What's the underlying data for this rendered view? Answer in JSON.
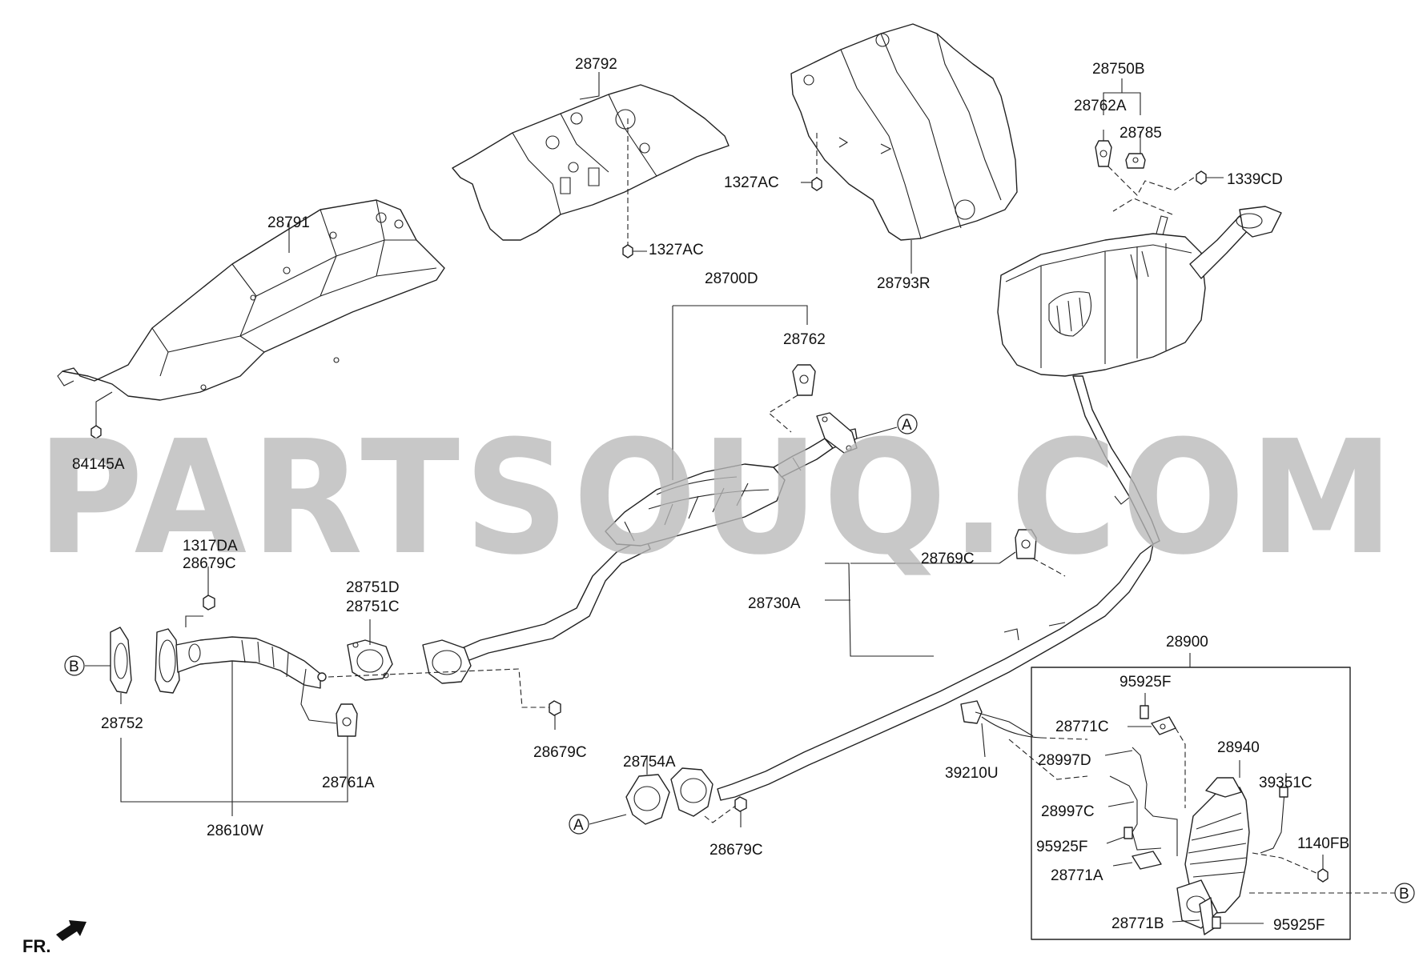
{
  "watermark": "PARTSOUQ.COM",
  "orientation_label": "FR.",
  "callout_refs": [
    "A",
    "B"
  ],
  "part_labels": {
    "p28792": "28792",
    "p28791": "28791",
    "p84145A": "84145A",
    "p1327AC_a": "1327AC",
    "p1327AC_b": "1327AC",
    "p28793R": "28793R",
    "p28750B": "28750B",
    "p28762A": "28762A",
    "p28785": "28785",
    "p1339CD": "1339CD",
    "p28700D": "28700D",
    "p28762": "28762",
    "p28769C": "28769C",
    "p28730A": "28730A",
    "p1317DA": "1317DA",
    "p28679C_top": "28679C",
    "p28751D": "28751D",
    "p28751C": "28751C",
    "p28752": "28752",
    "p28679C_mid": "28679C",
    "p28761A": "28761A",
    "p28610W": "28610W",
    "p28754A": "28754A",
    "p28679C_bot": "28679C",
    "p28900": "28900",
    "p95925F_top": "95925F",
    "p28771C": "28771C",
    "p28940": "28940",
    "p39210U": "39210U",
    "p28997D": "28997D",
    "p39351C": "39351C",
    "p28997C": "28997C",
    "p1140FB": "1140FB",
    "p95925F_mid": "95925F",
    "p28771A": "28771A",
    "p28771B": "28771B",
    "p95925F_bot": "95925F"
  }
}
